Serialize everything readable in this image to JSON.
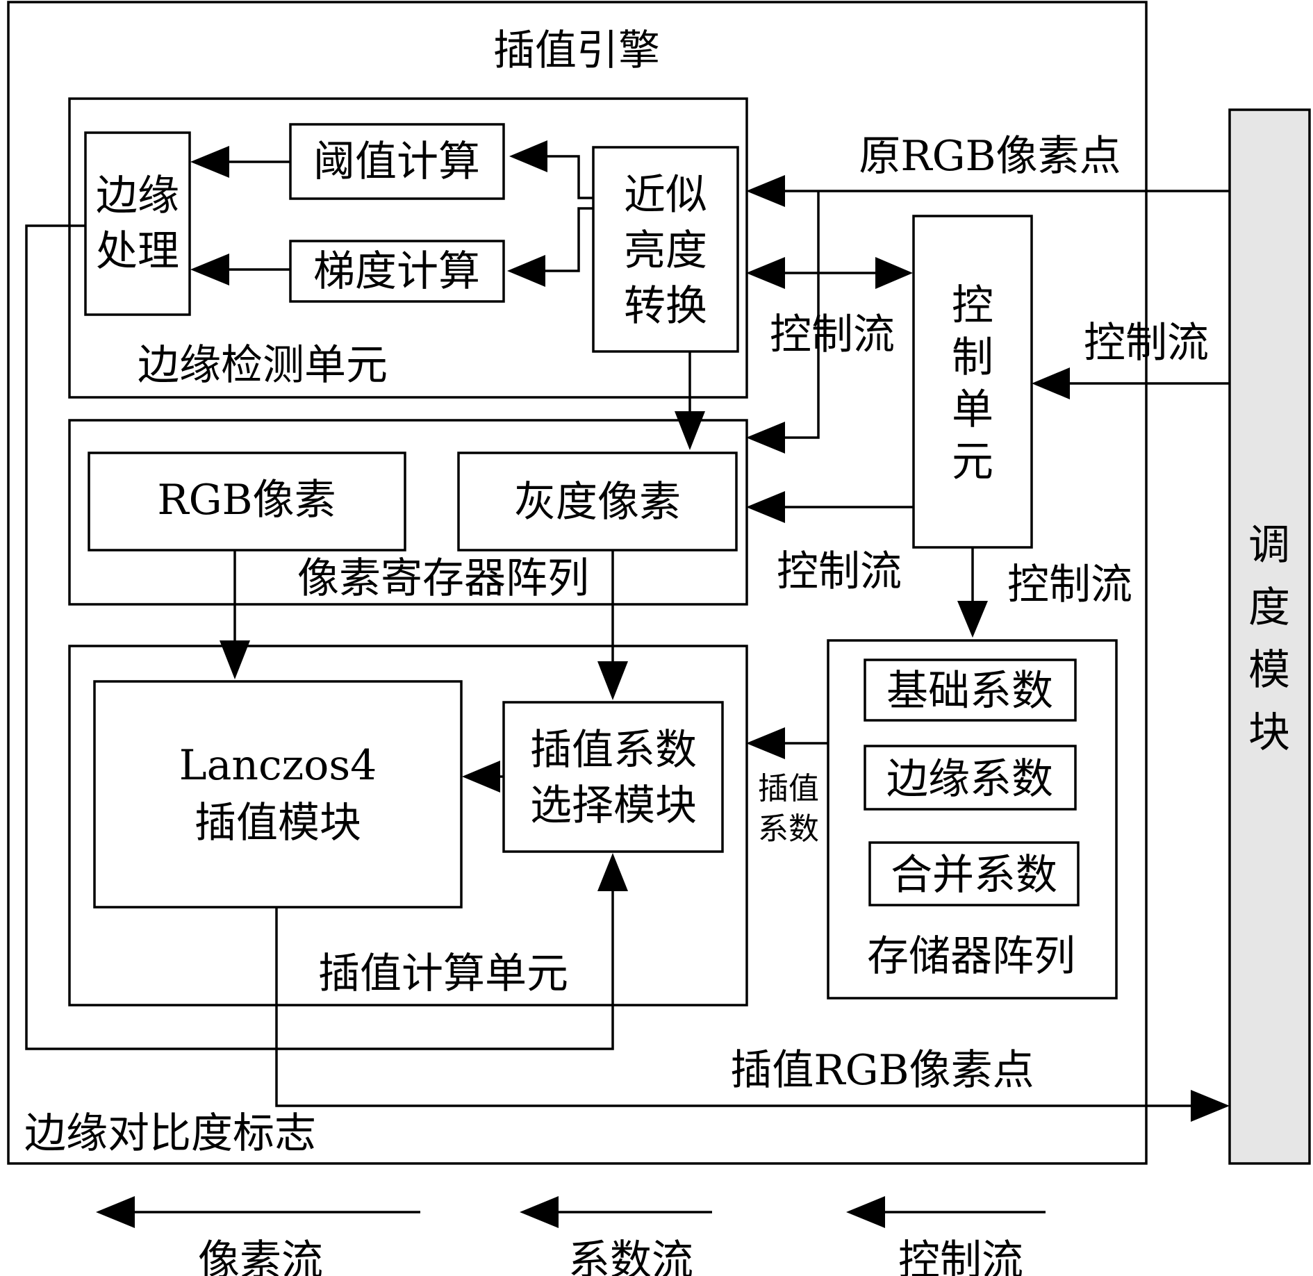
{
  "engine": {
    "title": "插值引擎"
  },
  "edge_unit": {
    "label": "边缘检测单元",
    "edge_proc": [
      "边缘",
      "处理"
    ],
    "threshold": "阈值计算",
    "gradient": "梯度计算",
    "luma": [
      "近似",
      "亮度",
      "转换"
    ]
  },
  "pixel_reg": {
    "label": "像素寄存器阵列",
    "rgb": "RGB像素",
    "gray": "灰度像素"
  },
  "interp_unit": {
    "label": "插值计算单元",
    "lanczos": [
      "Lanczos4",
      "插值模块"
    ],
    "select": [
      "插值系数",
      "选择模块"
    ]
  },
  "control_unit": [
    "控",
    "制",
    "单",
    "元"
  ],
  "memory": {
    "label": "存储器阵列",
    "items": [
      "基础系数",
      "边缘系数",
      "合并系数"
    ]
  },
  "scheduler": [
    "调",
    "度",
    "模",
    "块"
  ],
  "flows": {
    "orig_rgb": "原RGB像素点",
    "control_a": "控制流",
    "control_b": "控制流",
    "control_c": "控制流",
    "control_d": "控制流",
    "interp_coef": [
      "插值",
      "系数"
    ],
    "interp_rgb": "插值RGB像素点",
    "edge_flag": "边缘对比度标志"
  },
  "legend": [
    {
      "label": "像素流"
    },
    {
      "label": "系数流"
    },
    {
      "label": "控制流"
    }
  ]
}
